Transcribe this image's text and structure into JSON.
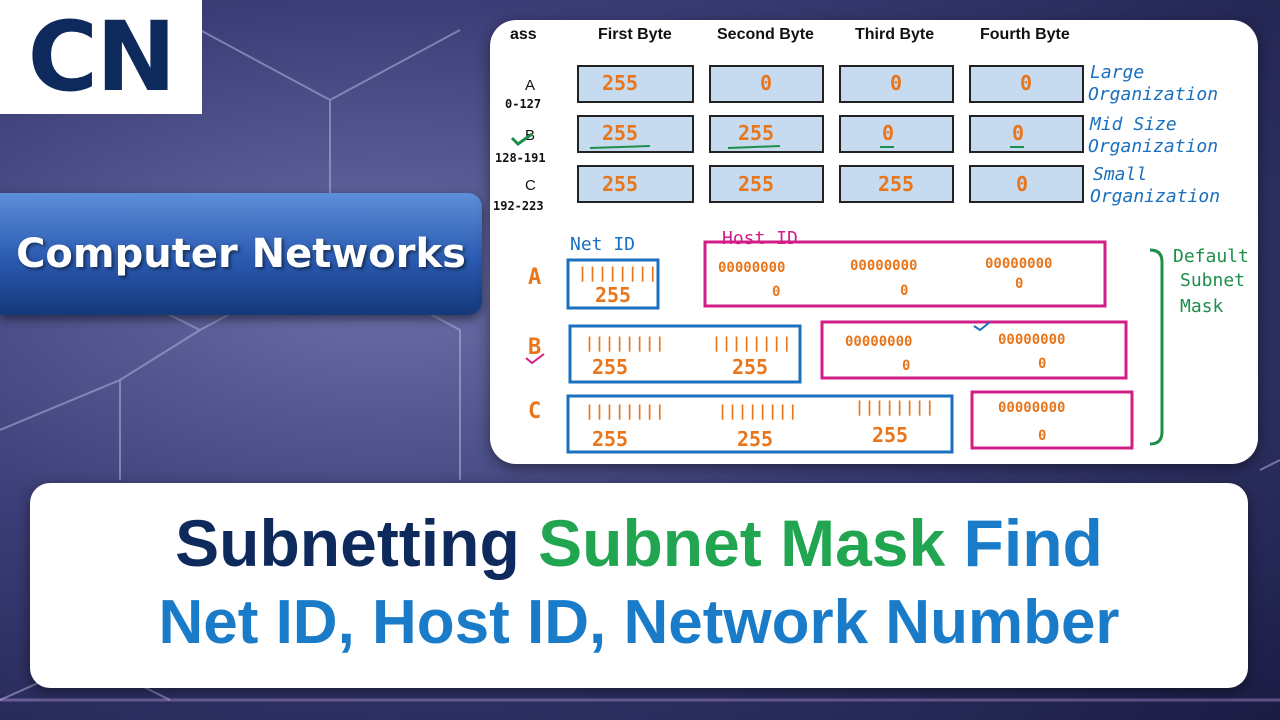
{
  "logo": {
    "text": "CN"
  },
  "series_label": "Computer Networks",
  "table": {
    "headers": [
      "ass",
      "First Byte",
      "Second Byte",
      "Third Byte",
      "Fourth Byte"
    ],
    "rows": [
      {
        "class": "A",
        "range": "0-127",
        "values": [
          "255",
          "0",
          "0",
          "0"
        ],
        "note": [
          "Large",
          "Organization"
        ]
      },
      {
        "class": "B",
        "range": "128-191",
        "values": [
          "255",
          "255",
          "0",
          "0"
        ],
        "note": [
          "Mid Size",
          "Organization"
        ]
      },
      {
        "class": "C",
        "range": "192-223",
        "values": [
          "255",
          "255",
          "255",
          "0"
        ],
        "note": [
          "Small",
          "Organization"
        ]
      }
    ]
  },
  "diagram": {
    "net_id_label": "Net ID",
    "host_id_label": "Host ID",
    "ones": "||||||||",
    "zeros": "00000000",
    "rows": [
      "A",
      "B",
      "C"
    ],
    "default_mask": [
      "Default",
      "Subnet",
      "Mask"
    ]
  },
  "title": {
    "line1_part1": "Subnetting",
    "line1_part2": "Subnet Mask",
    "line1_part3": "Find",
    "line2": "Net ID, Host ID, Network Number"
  },
  "colors": {
    "navy": "#0e2a5c",
    "green": "#21a551",
    "blue": "#1a7cc8",
    "orange": "#e8761c",
    "pink": "#d11e87",
    "pen_blue": "#1a6fbf"
  }
}
